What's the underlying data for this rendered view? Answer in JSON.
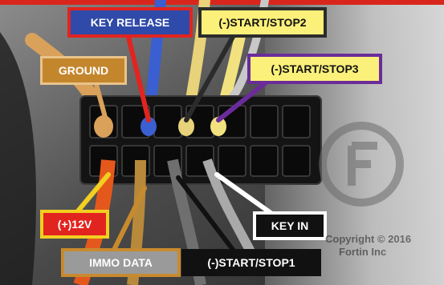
{
  "labels": {
    "key_release": "KEY RELEASE",
    "start_stop2": "(-)START/STOP2",
    "ground": "GROUND",
    "start_stop3": "(-)START/STOP3",
    "plus_12v": "(+)12V",
    "key_in": "KEY IN",
    "immo_data": "IMMO DATA",
    "start_stop1": "(-)START/STOP1"
  },
  "watermark": {
    "line1": "Copyright © 2016",
    "line2": "Fortin Inc"
  },
  "colors": {
    "wire_ground": "#d9a15a",
    "wire_key_release": "#3a5fd0",
    "wire_start_stop2": "#e8d27a",
    "wire_start_stop3": "#f2e27f",
    "wire_plus_12v": "#e5581c",
    "wire_immo": "#b8893a",
    "wire_start_stop1": "#6f6f6f",
    "wire_key_in": "#a9a9a9"
  }
}
